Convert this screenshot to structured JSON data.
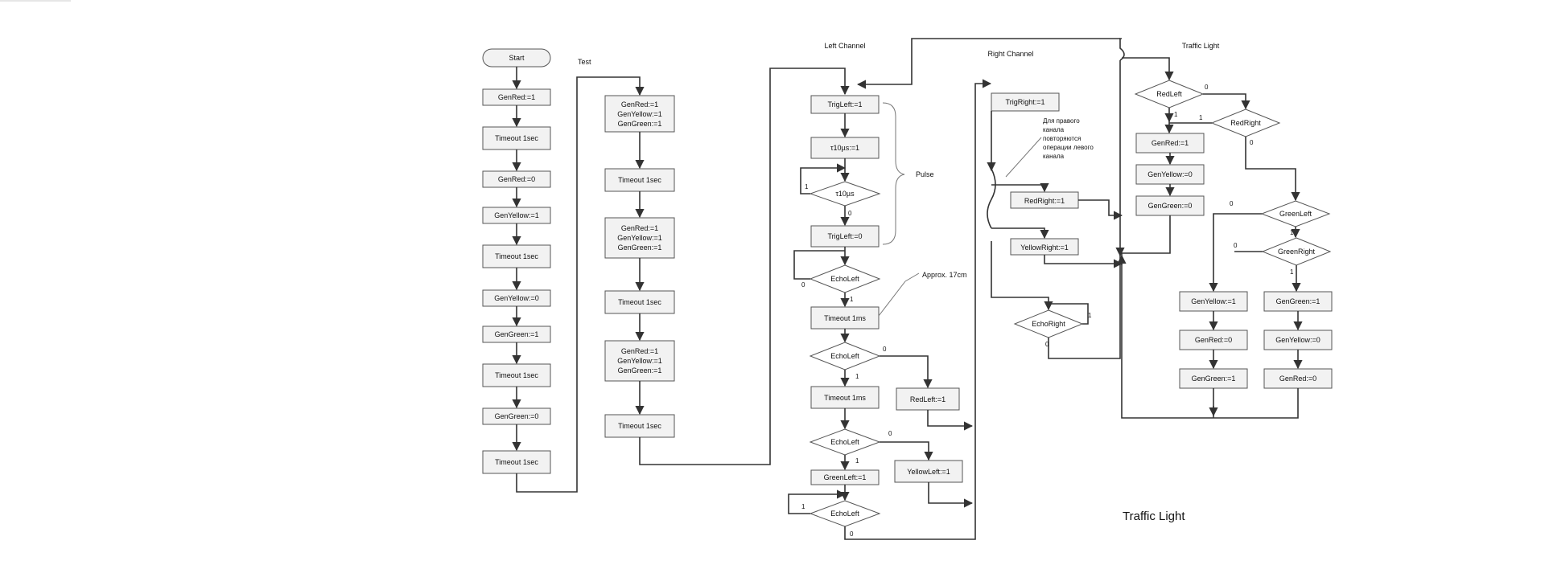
{
  "diagram": {
    "title": "Traffic Light",
    "columns": {
      "test": "Test",
      "left": "Left Channel",
      "right": "Right Channel",
      "traffic": "Traffic Light"
    },
    "col1": {
      "start": "Start",
      "n1": "GenRed:=1",
      "n2": "Timeout 1sec",
      "n3": "GenRed:=0",
      "n4": "GenYellow:=1",
      "n5": "Timeout 1sec",
      "n6": "GenYellow:=0",
      "n7": "GenGreen:=1",
      "n8": "Timeout 1sec",
      "n9": "GenGreen:=0",
      "n10": "Timeout 1sec"
    },
    "col2": {
      "b1": [
        "GenRed:=1",
        "GenYellow:=1",
        "GenGreen:=1"
      ],
      "t1": "Timeout 1sec",
      "b2": [
        "GenRed:=1",
        "GenYellow:=1",
        "GenGreen:=1"
      ],
      "t2": "Timeout 1sec",
      "b3": [
        "GenRed:=1",
        "GenYellow:=1",
        "GenGreen:=1"
      ],
      "t3": "Timeout 1sec"
    },
    "left": {
      "trig1": "TrigLeft:=1",
      "tau1": "τ10µs:=1",
      "tau_dec": "τ10µs",
      "trig0": "TrigLeft:=0",
      "pulse": "Pulse",
      "echo1": "EchoLeft",
      "approx": "Approx. 17cm",
      "tmo1": "Timeout 1ms",
      "echo2": "EchoLeft",
      "redleft": "RedLeft:=1",
      "tmo2": "Timeout 1ms",
      "echo3": "EchoLeft",
      "yellowleft": "YellowLeft:=1",
      "greenleft": "GreenLeft:=1",
      "echo4": "EchoLeft"
    },
    "right": {
      "trig": "TrigRight:=1",
      "note": [
        "Для правого",
        "канала",
        "повторяются",
        "операции левого",
        "канала"
      ],
      "redright": "RedRight:=1",
      "yellowright": "YellowRight:=1",
      "echo": "EchoRight"
    },
    "traffic": {
      "redleft": "RedLeft",
      "redright": "RedRight",
      "l_genred": "GenRed:=1",
      "l_genyellow": "GenYellow:=0",
      "l_gengreen": "GenGreen:=0",
      "greenleft": "GreenLeft",
      "greenright": "GreenRight",
      "a_genyellow": "GenYellow:=1",
      "a_genred": "GenRed:=0",
      "a_gengreen": "GenGreen:=1",
      "b_gengreen": "GenGreen:=1",
      "b_genyellow": "GenYellow:=0",
      "b_genred": "GenRed:=0"
    },
    "labels": {
      "zero": "0",
      "one": "1"
    }
  }
}
